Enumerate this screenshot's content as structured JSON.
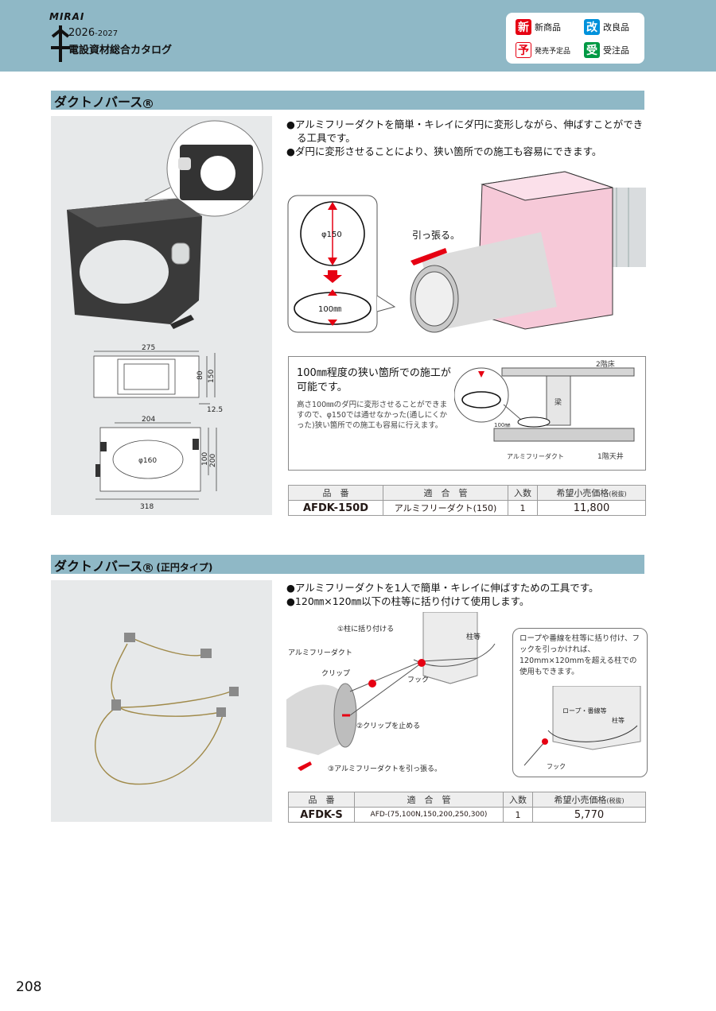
{
  "header": {
    "brand": "MIRAI",
    "year_main": "2026",
    "year_sub": "-2027",
    "catalog_title": "電設資材総合カタログ"
  },
  "legend": [
    {
      "badge": "新",
      "label": "新商品",
      "color": "#e60012"
    },
    {
      "badge": "改",
      "label": "改良品",
      "color": "#0091db"
    },
    {
      "badge": "予",
      "label": "発売予定品",
      "color": "#e60012"
    },
    {
      "badge": "受",
      "label": "受注品",
      "color": "#009944"
    }
  ],
  "section1": {
    "title": "ダクトノバース",
    "registered_mark": "R",
    "bullets": [
      "●アルミフリーダクトを簡単・キレイにダ円に変形しながら、伸ばすことができる工具です。",
      "●ダ円に変形させることにより、狭い箇所での施工も容易にできます。"
    ],
    "drawing": {
      "dims": [
        "275",
        "80",
        "150",
        "12.5",
        "204",
        "φ160",
        "100",
        "200",
        "318"
      ]
    },
    "illustration": {
      "circle_label": "φ150",
      "oval_label": "100㎜",
      "pull_label": "引っ張る。"
    },
    "narrow_box": {
      "heading": "100㎜程度の狭い箇所での施工が可能です。",
      "body": "高さ100㎜のダ円に変形させることができますので、φ150では通せなかった(通しにくかった)狭い箇所での施工も容易に行えます。",
      "labels": {
        "floor2": "2階床",
        "beam": "梁",
        "gap": "100㎜",
        "duct": "アルミフリーダクト",
        "ceiling1": "1階天井"
      }
    },
    "table": {
      "headers": [
        "品　番",
        "適　合　管",
        "入数",
        "希望小売価格"
      ],
      "price_note": "(税抜)",
      "rows": [
        {
          "code": "AFDK-150D",
          "pipe": "アルミフリーダクト(150)",
          "qty": "1",
          "price": "11,800"
        }
      ]
    }
  },
  "section2": {
    "title": "ダクトノバース",
    "registered_mark": "R",
    "subtitle": "(正円タイプ)",
    "bullets": [
      "●アルミフリーダクトを1人で簡単・キレイに伸ばすための工具です。",
      "●120㎜×120㎜以下の柱等に括り付けて使用します。"
    ],
    "diagram": {
      "step1": "①柱に括り付ける",
      "step2": "②クリップを止める",
      "step3": "③アルミフリーダクトを引っ張る。",
      "duct": "アルミフリーダクト",
      "clip": "クリップ",
      "hook": "フック",
      "pillar": "柱等"
    },
    "note_box": {
      "text": "ロープや番線を柱等に括り付け、フックを引っかければ、120mm×120mmを超える柱での使用もできます。",
      "rope": "ロープ・番線等",
      "pillar": "柱等",
      "hook": "フック"
    },
    "table": {
      "headers": [
        "品　番",
        "適　合　管",
        "入数",
        "希望小売価格"
      ],
      "price_note": "(税抜)",
      "rows": [
        {
          "code": "AFDK-S",
          "pipe": "AFD-(75,100N,150,200,250,300)",
          "qty": "1",
          "price": "5,770"
        }
      ]
    }
  },
  "page_number": "208"
}
